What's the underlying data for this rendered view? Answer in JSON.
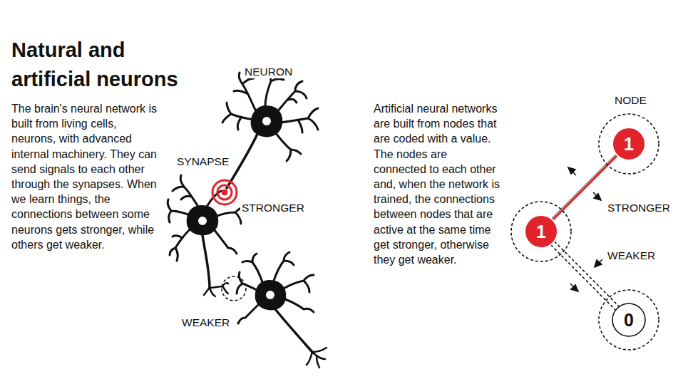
{
  "diagram": {
    "title": "Natural and artificial neurons",
    "nodes": [
      {
        "text": [
          "1"
        ]
      },
      {
        "text": [
          "1"
        ]
      },
      {
        "text": [
          "0"
        ]
      }
    ],
    "edges": [
      {
        "from": 0,
        "to": 1,
        "arrow": "none"
      },
      {
        "from": 1,
        "to": 2,
        "arrow": "none"
      }
    ],
    "labels": [
      "The brain's neural network is built from living cells, neurons, with advanced internal machinery. They can send signals to each other through the synapses. When we learn things, the connections between some neurons gets stronger, while others get weaker.",
      "NEURON",
      "SYNAPSE",
      "STRONGER",
      "WEAKER",
      "Artificial neural networks are built from nodes that are coded with a value. The nodes are connected to each other and, when the network is trained, the connections between nodes that are active at the same time get stronger, otherwise they get weaker.",
      "NODE",
      "STRONGER",
      "WEAKER"
    ]
  }
}
